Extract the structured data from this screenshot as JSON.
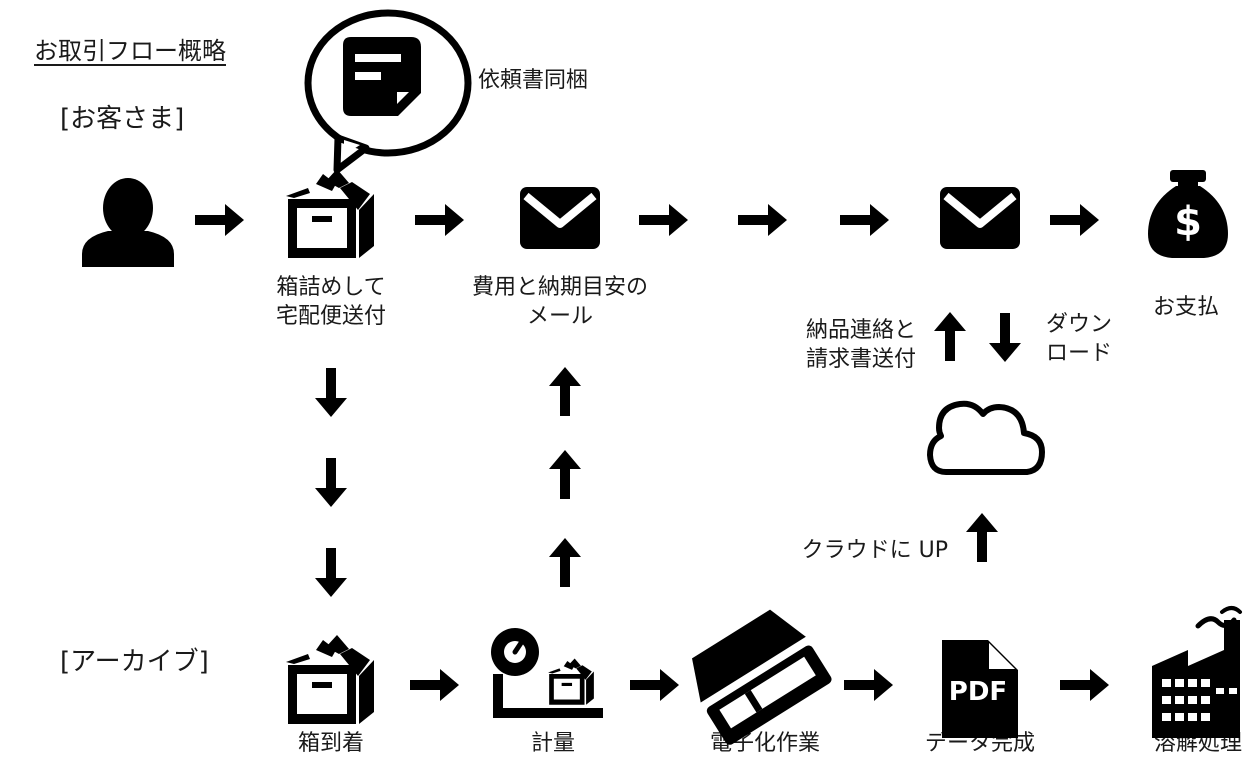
{
  "title": "お取引フロー概略",
  "lanes": {
    "customer": "[お客さま]",
    "archive": "[アーカイブ]"
  },
  "callout": "依頼書同梱",
  "steps": {
    "pack_ship": [
      "箱詰めして",
      "宅配便送付"
    ],
    "quote_mail": [
      "費用と納期目安の",
      "メール"
    ],
    "delivery_notice": [
      "納品連絡と",
      "請求書送付"
    ],
    "download": [
      "ダウン",
      "ロード"
    ],
    "payment": "お支払",
    "upload": "クラウドに UP",
    "box_arrival": "箱到着",
    "weighing": "計量",
    "digitization": "電子化作業",
    "data_complete": "データ完成",
    "dissolution": "溶解処理"
  },
  "icons": {
    "customer": "person-icon",
    "box": "open-box-icon",
    "note": "speech-bubble-note-icon",
    "mail": "envelope-icon",
    "money": "money-bag-icon",
    "cloud": "cloud-icon",
    "scale": "scale-icon",
    "scanner": "scanner-icon",
    "pdf": "pdf-file-icon",
    "factory": "factory-icon"
  },
  "colors": {
    "ink": "#000000",
    "background": "#ffffff"
  }
}
